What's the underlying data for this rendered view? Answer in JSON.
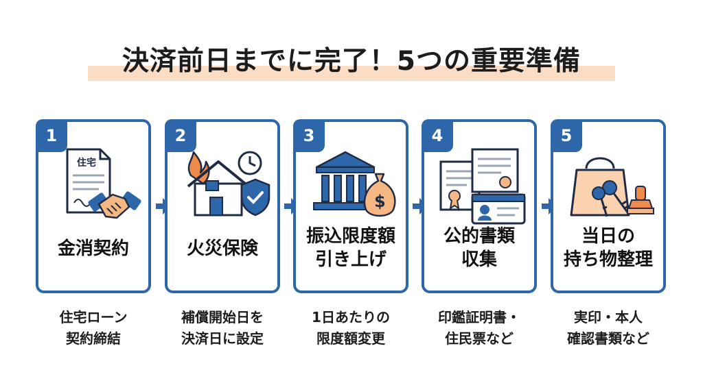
{
  "title": "決済前日までに完了！5つの重要準備",
  "colors": {
    "primary": "#2d67aa",
    "accent": "#f2a46c",
    "highlight": "#fbdcc4"
  },
  "steps": [
    {
      "number": "1",
      "icon": "contract-handshake-icon",
      "doc_label": "住宅",
      "title": [
        "金消契約"
      ],
      "desc": [
        "住宅ローン",
        "契約締結"
      ]
    },
    {
      "number": "2",
      "icon": "house-fire-shield-clock-icon",
      "title": [
        "火災保険"
      ],
      "desc": [
        "補償開始日を",
        "決済日に設定"
      ]
    },
    {
      "number": "3",
      "icon": "bank-money-bag-icon",
      "title": [
        "振込限度額",
        "引き上げ"
      ],
      "desc": [
        "1日あたりの",
        "限度額変更"
      ]
    },
    {
      "number": "4",
      "icon": "certificates-id-card-icon",
      "title": [
        "公的書類",
        "収集"
      ],
      "desc": [
        "印鑑証明書・",
        "住民票など"
      ]
    },
    {
      "number": "5",
      "icon": "bag-keys-stamp-icon",
      "title": [
        "当日の",
        "持ち物整理"
      ],
      "desc": [
        "実印・本人",
        "確認書類など"
      ]
    }
  ]
}
